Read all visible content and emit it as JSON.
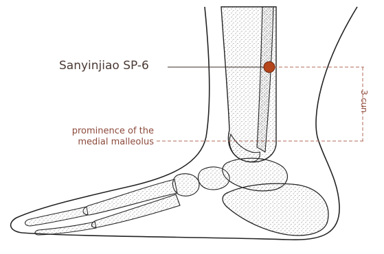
{
  "diagram": {
    "point_label": "Sanyinjiao SP-6",
    "landmark_label": [
      "prominence of the",
      "medial malleolus"
    ],
    "measurement_label": "3 cun",
    "colors": {
      "point_fill": "#b5451b",
      "leader_line": "#3a2e2a",
      "dashed_line": "#b06a5a",
      "label_text": "#8c4a3c",
      "outline": "#222222"
    }
  }
}
